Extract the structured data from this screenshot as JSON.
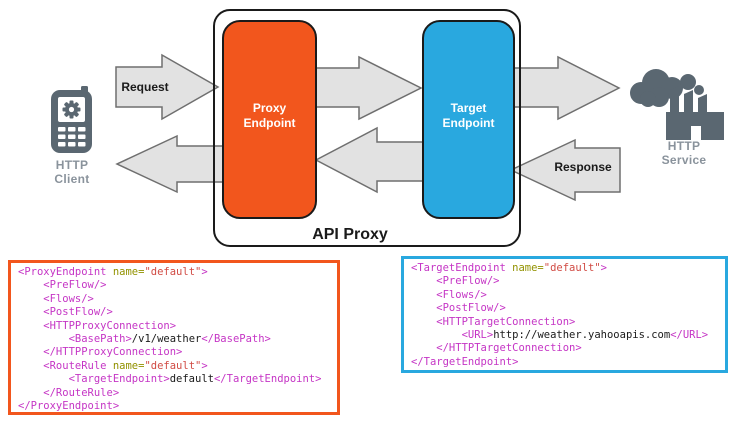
{
  "diagram": {
    "api_proxy_label": "API Proxy",
    "proxy_endpoint_label": "Proxy Endpoint",
    "target_endpoint_label": "Target Endpoint",
    "request_label": "Request",
    "response_label": "Response",
    "http_client_label": "HTTP Client",
    "http_service_label": "HTTP Service"
  },
  "colors": {
    "proxy_orange": "#F2561D",
    "target_blue": "#29A8DF",
    "arrow_fill": "#E2E2E2",
    "arrow_stroke": "#6F6F6F",
    "box_stroke": "#1A1A1A",
    "icon_gray": "#5A6771",
    "icon_label_gray": "#8A939C",
    "code_tag": "#C535C5",
    "code_attr": "#929200",
    "code_value": "#D14B44",
    "code_text": "#1A1A1A"
  },
  "code_blocks": {
    "proxy": {
      "lines": [
        [
          {
            "c": "tag",
            "t": "<ProxyEndpoint"
          },
          {
            "c": "attr",
            "t": " name="
          },
          {
            "c": "val",
            "t": "\"default\""
          },
          {
            "c": "tag",
            "t": ">"
          }
        ],
        [
          {
            "c": "tag",
            "t": "    <PreFlow/>"
          }
        ],
        [
          {
            "c": "tag",
            "t": "    <Flows/>"
          }
        ],
        [
          {
            "c": "tag",
            "t": "    <PostFlow/>"
          }
        ],
        [
          {
            "c": "tag",
            "t": "    <HTTPProxyConnection>"
          }
        ],
        [
          {
            "c": "tag",
            "t": "        <BasePath>"
          },
          {
            "c": "text",
            "t": "/v1/weather"
          },
          {
            "c": "tag",
            "t": "</BasePath>"
          }
        ],
        [
          {
            "c": "tag",
            "t": "    </HTTPProxyConnection>"
          }
        ],
        [
          {
            "c": "tag",
            "t": "    <RouteRule"
          },
          {
            "c": "attr",
            "t": " name="
          },
          {
            "c": "val",
            "t": "\"default\""
          },
          {
            "c": "tag",
            "t": ">"
          }
        ],
        [
          {
            "c": "tag",
            "t": "        <TargetEndpoint>"
          },
          {
            "c": "text",
            "t": "default"
          },
          {
            "c": "tag",
            "t": "</TargetEndpoint>"
          }
        ],
        [
          {
            "c": "tag",
            "t": "    </RouteRule>"
          }
        ],
        [
          {
            "c": "tag",
            "t": "</ProxyEndpoint>"
          }
        ]
      ]
    },
    "target": {
      "lines": [
        [
          {
            "c": "tag",
            "t": "<TargetEndpoint"
          },
          {
            "c": "attr",
            "t": " name="
          },
          {
            "c": "val",
            "t": "\"default\""
          },
          {
            "c": "tag",
            "t": ">"
          }
        ],
        [
          {
            "c": "tag",
            "t": "    <PreFlow/>"
          }
        ],
        [
          {
            "c": "tag",
            "t": "    <Flows/>"
          }
        ],
        [
          {
            "c": "tag",
            "t": "    <PostFlow/>"
          }
        ],
        [
          {
            "c": "tag",
            "t": "    <HTTPTargetConnection>"
          }
        ],
        [
          {
            "c": "tag",
            "t": "        <URL>"
          },
          {
            "c": "text",
            "t": "http://weather.yahooapis.com"
          },
          {
            "c": "tag",
            "t": "</URL>"
          }
        ],
        [
          {
            "c": "tag",
            "t": "    </HTTPTargetConnection>"
          }
        ],
        [
          {
            "c": "tag",
            "t": "</TargetEndpoint>"
          }
        ]
      ]
    }
  }
}
